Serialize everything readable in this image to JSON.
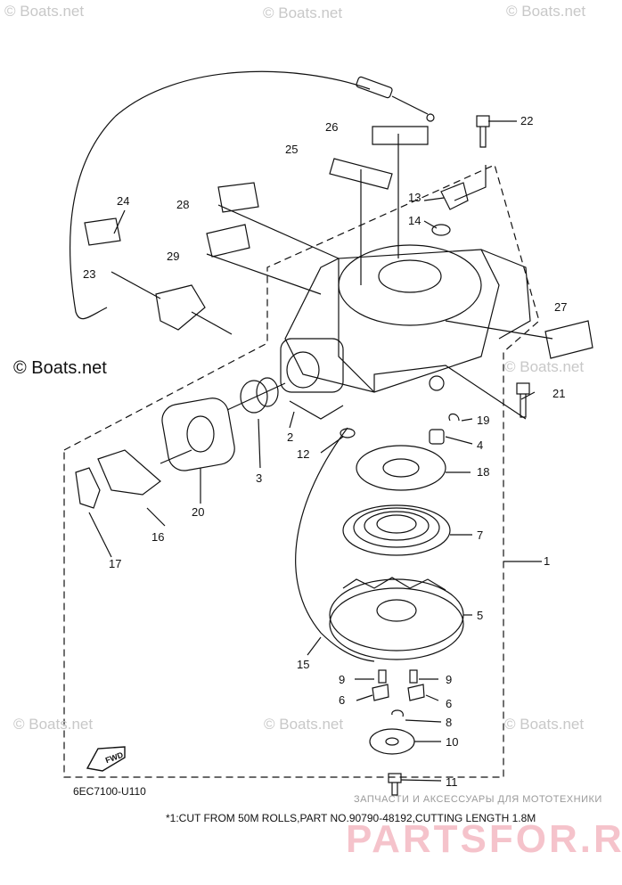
{
  "watermarks": {
    "top_left": "© Boats.net",
    "top_center": "© Boats.net",
    "top_right": "© Boats.net",
    "mid_left": "© Boats.net",
    "mid_right": "© Boats.net",
    "bottom_left": "© Boats.net",
    "bottom_center": "© Boats.net",
    "bottom_right": "© Boats.net"
  },
  "callouts": {
    "c1": "1",
    "c2": "2",
    "c3": "3",
    "c4": "4",
    "c5": "5",
    "c6a": "6",
    "c6b": "6",
    "c7": "7",
    "c8": "8",
    "c9a": "9",
    "c9b": "9",
    "c10": "10",
    "c11": "11",
    "c12": "12",
    "c13": "13",
    "c14": "14",
    "c15": "15",
    "c16": "16",
    "c17": "17",
    "c18": "18",
    "c19": "19",
    "c20": "20",
    "c21": "21",
    "c22": "22",
    "c23": "23",
    "c24": "24",
    "c25": "25",
    "c26": "26",
    "c27": "27",
    "c28": "28",
    "c29": "29"
  },
  "fwd_label": "FWD",
  "diagram_code": "6EC7100-U110",
  "footnote": "*1:CUT FROM 50M ROLLS,PART NO.90790-48192,CUTTING LENGTH 1.8M",
  "shop_tagline": "ЗАПЧАСТИ И АКСЕССУАРЫ ДЛЯ МОТОТЕХНИКИ",
  "shop_logo": "PARTSFOR.RU",
  "colors": {
    "line": "#111111",
    "watermark": "#c8c8c8",
    "shop_logo": "#dc2846"
  }
}
